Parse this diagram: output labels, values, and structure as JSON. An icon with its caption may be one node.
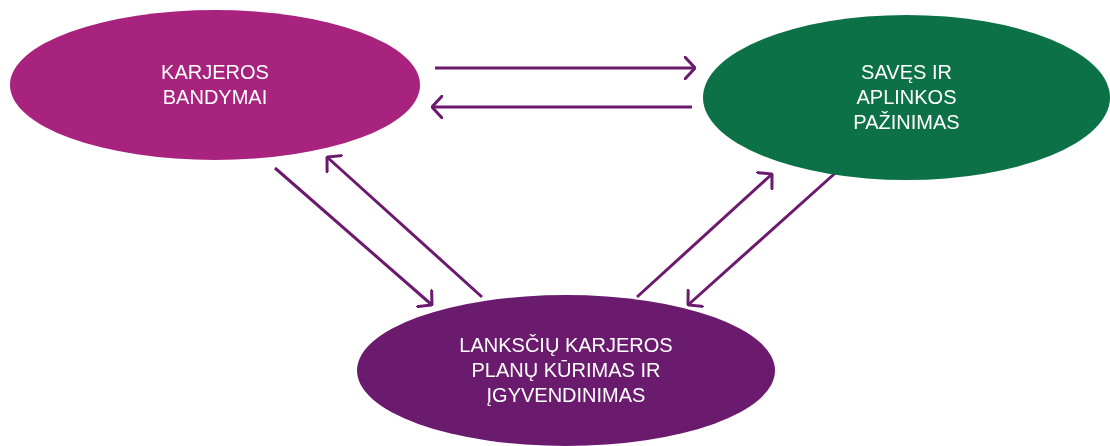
{
  "diagram": {
    "nodes": [
      {
        "text": [
          "KARJEROS BANDYMAI"
        ]
      },
      {
        "text": [
          "SAVĘS IR APLINKOS PAŽINIMAS"
        ]
      },
      {
        "text": [
          "LANKSČIŲ KARJEROS PLANŲ KŪRIMAS IR ĮGYVENDINIMAS"
        ]
      }
    ],
    "edges": [
      {
        "from": 0,
        "to": 1,
        "arrow": "to"
      },
      {
        "from": 1,
        "to": 0,
        "arrow": "to"
      },
      {
        "from": 0,
        "to": 2,
        "arrow": "to"
      },
      {
        "from": 2,
        "to": 0,
        "arrow": "to"
      },
      {
        "from": 2,
        "to": 1,
        "arrow": "to"
      },
      {
        "from": 1,
        "to": 2,
        "arrow": "to"
      }
    ]
  }
}
